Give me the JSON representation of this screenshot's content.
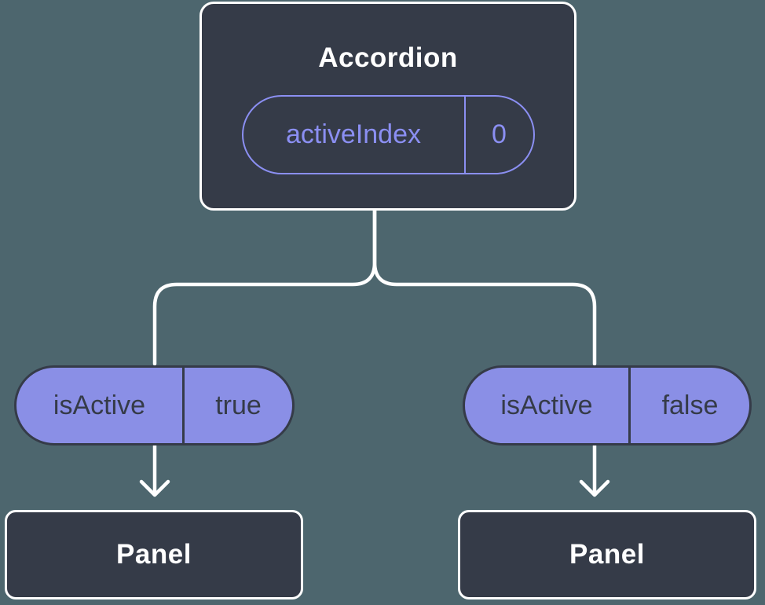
{
  "colors": {
    "bg": "#4D666E",
    "node": "#353B48",
    "line": "#FFFFFF",
    "accent": "#8B8FF2",
    "pill": "#8A8FE6",
    "pill_text": "#353B48"
  },
  "tree": {
    "root": {
      "title": "Accordion",
      "prop": {
        "name": "activeIndex",
        "value": "0"
      }
    },
    "children": [
      {
        "prop": {
          "name": "isActive",
          "value": "true"
        },
        "node": "Panel"
      },
      {
        "prop": {
          "name": "isActive",
          "value": "false"
        },
        "node": "Panel"
      }
    ]
  }
}
